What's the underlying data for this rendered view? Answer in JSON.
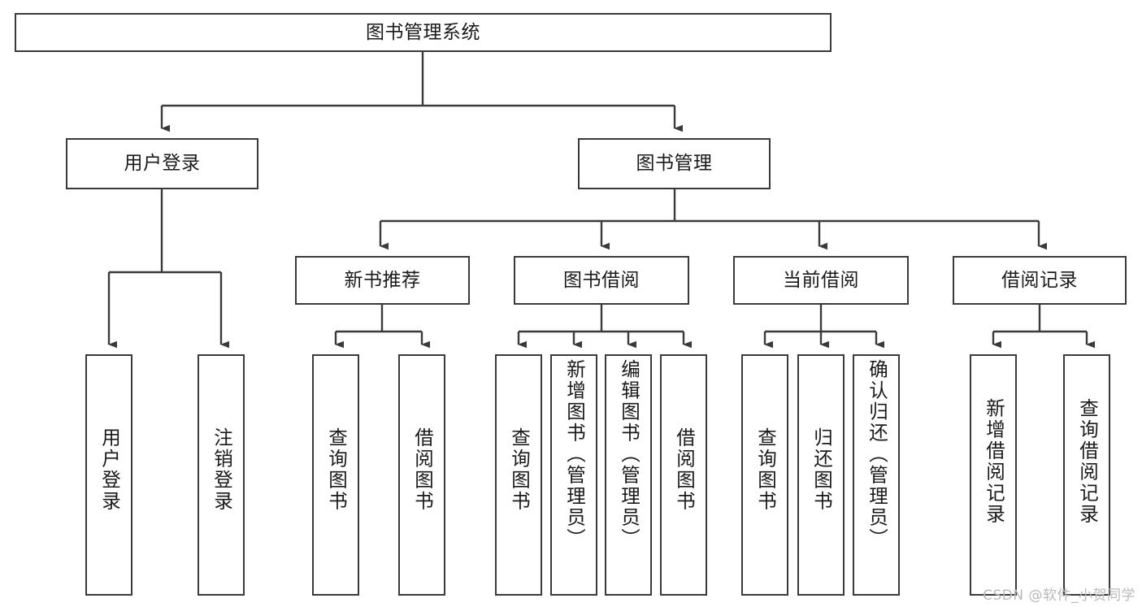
{
  "diagram": {
    "title": "图书管理系统",
    "type": "功能结构图",
    "colors": {
      "stroke": "#3a3a3a",
      "fill": "#ffffff",
      "text": "#1a1a1a",
      "watermark": "#b9b9b9"
    },
    "nodes": {
      "root": {
        "label": "图书管理系统",
        "level": 1
      },
      "user_login": {
        "label": "用户登录",
        "level": 2
      },
      "book_manage": {
        "label": "图书管理",
        "level": 2
      },
      "new_book_rec": {
        "label": "新书推荐",
        "level": 3
      },
      "book_borrow": {
        "label": "图书借阅",
        "level": 3
      },
      "current_borrow": {
        "label": "当前借阅",
        "level": 3
      },
      "borrow_record": {
        "label": "借阅记录",
        "level": 3
      },
      "leaf_user_login": {
        "label": "用户登录",
        "level": 4
      },
      "leaf_logout": {
        "label": "注销登录",
        "level": 4
      },
      "leaf_query_book_1": {
        "label": "查询图书",
        "level": 4
      },
      "leaf_borrow_book_1": {
        "label": "借阅图书",
        "level": 4
      },
      "leaf_query_book_2": {
        "label": "查询图书",
        "level": 4
      },
      "leaf_add_book": {
        "label": "新增图书（管理员）",
        "level": 4
      },
      "leaf_edit_book": {
        "label": "编辑图书（管理员）",
        "level": 4
      },
      "leaf_borrow_book_2": {
        "label": "借阅图书",
        "level": 4
      },
      "leaf_query_book_3": {
        "label": "查询图书",
        "level": 4
      },
      "leaf_return_book": {
        "label": "归还图书",
        "level": 4
      },
      "leaf_confirm_return": {
        "label": "确认归还（管理员）",
        "level": 4
      },
      "leaf_add_record": {
        "label": "新增借阅记录",
        "level": 4
      },
      "leaf_query_record": {
        "label": "查询借阅记录",
        "level": 4
      }
    },
    "edges": [
      {
        "from": "root",
        "to": "user_login"
      },
      {
        "from": "root",
        "to": "book_manage"
      },
      {
        "from": "user_login",
        "to": "leaf_user_login"
      },
      {
        "from": "user_login",
        "to": "leaf_logout"
      },
      {
        "from": "book_manage",
        "to": "new_book_rec"
      },
      {
        "from": "book_manage",
        "to": "book_borrow"
      },
      {
        "from": "book_manage",
        "to": "current_borrow"
      },
      {
        "from": "book_manage",
        "to": "borrow_record"
      },
      {
        "from": "new_book_rec",
        "to": "leaf_query_book_1"
      },
      {
        "from": "new_book_rec",
        "to": "leaf_borrow_book_1"
      },
      {
        "from": "book_borrow",
        "to": "leaf_query_book_2"
      },
      {
        "from": "book_borrow",
        "to": "leaf_add_book"
      },
      {
        "from": "book_borrow",
        "to": "leaf_edit_book"
      },
      {
        "from": "book_borrow",
        "to": "leaf_borrow_book_2"
      },
      {
        "from": "current_borrow",
        "to": "leaf_query_book_3"
      },
      {
        "from": "current_borrow",
        "to": "leaf_return_book"
      },
      {
        "from": "current_borrow",
        "to": "leaf_confirm_return"
      },
      {
        "from": "borrow_record",
        "to": "leaf_add_record"
      },
      {
        "from": "borrow_record",
        "to": "leaf_query_record"
      }
    ]
  },
  "watermark": {
    "text": "CSDN @软件_小贺同学"
  }
}
